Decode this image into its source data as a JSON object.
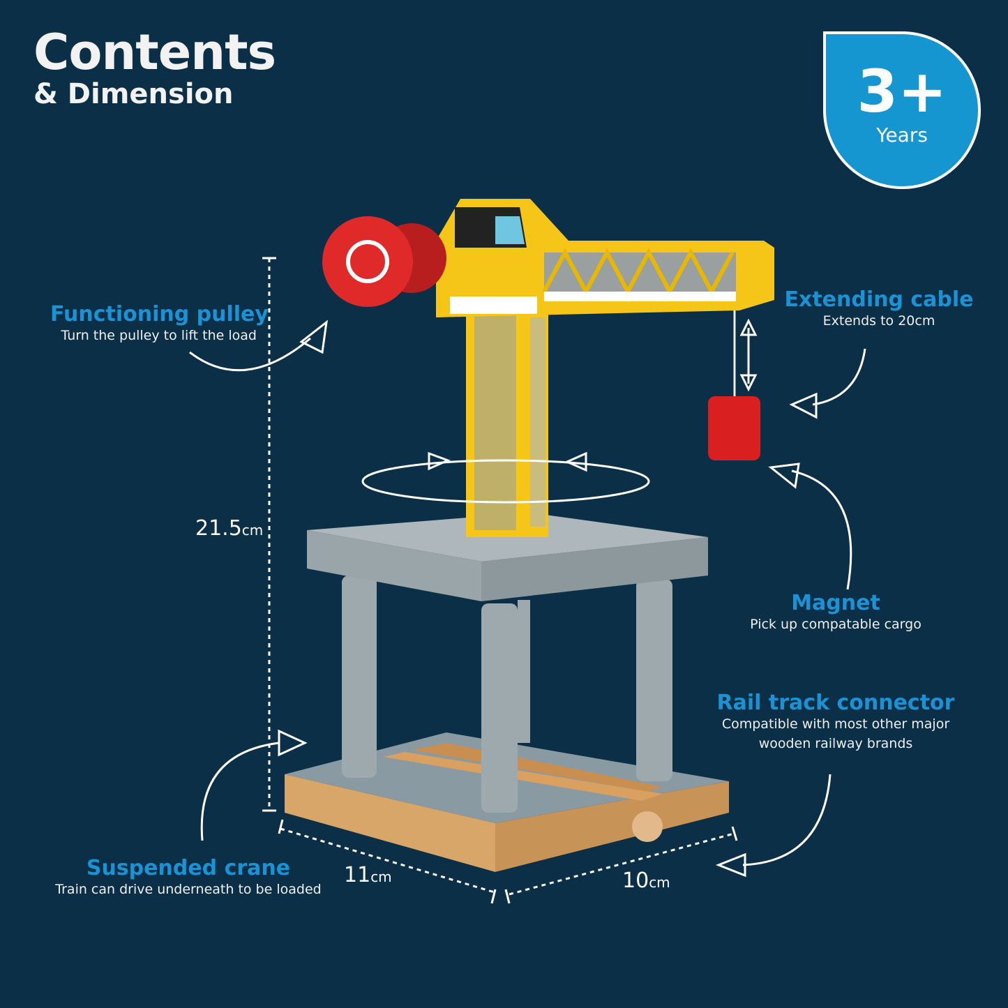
{
  "header": {
    "title": "Contents",
    "subtitle": "& Dimension"
  },
  "badge": {
    "age": "3+",
    "label": "Years"
  },
  "features": [
    {
      "title": "Functioning pulley",
      "desc": "Turn the pulley to lift the load"
    },
    {
      "title": "Extending cable",
      "desc": "Extends to 20cm"
    },
    {
      "title": "Magnet",
      "desc": "Pick up compatable cargo"
    },
    {
      "title": "Rail track connector",
      "desc": "Compatible with most other major",
      "desc2": "wooden railway brands"
    },
    {
      "title": "Suspended crane",
      "desc": "Train can drive underneath to be loaded"
    }
  ],
  "dimensions": {
    "height": {
      "value": "21.5",
      "unit": "cm"
    },
    "width": {
      "value": "11",
      "unit": "cm"
    },
    "depth": {
      "value": "10",
      "unit": "cm"
    }
  },
  "colors": {
    "background": "#0b2f47",
    "accent": "#1a92d4",
    "crane": "#f5c518",
    "pulley": "#e02a2a"
  }
}
